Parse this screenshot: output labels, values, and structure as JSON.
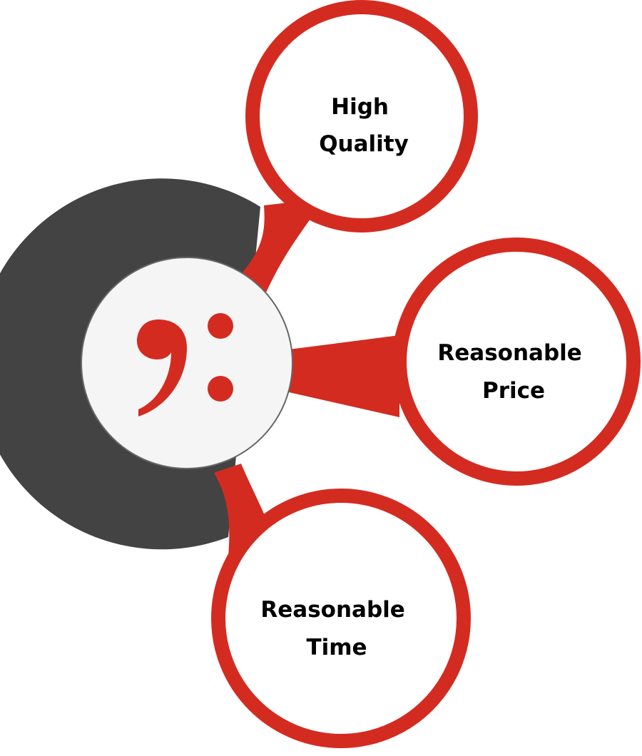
{
  "colors": {
    "accent": "#d42b21",
    "ring": "#434343",
    "node_fill": "#ffffff",
    "hub_fill": "#f5f5f5",
    "text": "#000000"
  },
  "hub": {
    "logo_icon": "semicolon-colon-logo-icon"
  },
  "nodes": [
    {
      "id": "high-quality",
      "line1": "High",
      "line2": "Quality"
    },
    {
      "id": "reasonable-price",
      "line1": "Reasonable",
      "line2": "Price"
    },
    {
      "id": "reasonable-time",
      "line1": "Reasonable",
      "line2": "Time"
    }
  ]
}
